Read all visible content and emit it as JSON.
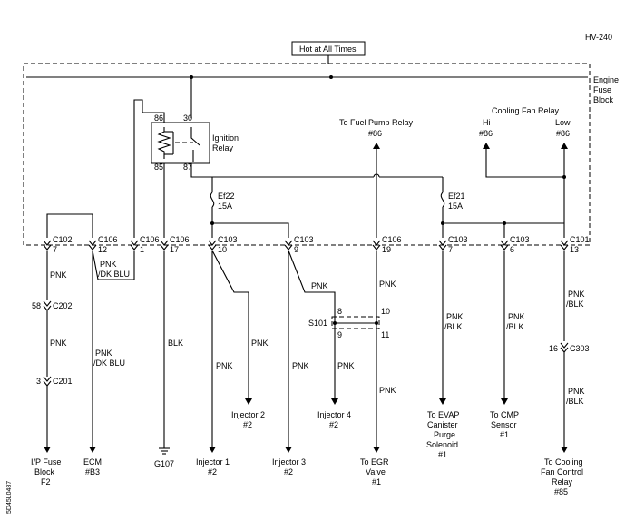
{
  "diagram": {
    "id": "HV-240",
    "hot_label": "Hot at All Times",
    "fuse_block": [
      "Engine",
      "Fuse",
      "Block"
    ],
    "relay": {
      "label": [
        "Ignition",
        "Relay"
      ],
      "pins": [
        "86",
        "30",
        "85",
        "87"
      ]
    },
    "fuel_pump": [
      "To Fuel Pump Relay",
      "#86"
    ],
    "cooling": {
      "title": "Cooling Fan Relay",
      "hi": [
        "Hi",
        "#86"
      ],
      "low": [
        "Low",
        "#86"
      ]
    },
    "fuses": [
      {
        "name": "Ef22",
        "rating": "15A"
      },
      {
        "name": "Ef21",
        "rating": "15A"
      }
    ],
    "connectors": [
      {
        "name": "C102",
        "pin": "7"
      },
      {
        "name": "C106",
        "pin": "12"
      },
      {
        "name": "C106",
        "pin": "1"
      },
      {
        "name": "C106",
        "pin": "17"
      },
      {
        "name": "C103",
        "pin": "10"
      },
      {
        "name": "C103",
        "pin": "9"
      },
      {
        "name": "C106",
        "pin": "19"
      },
      {
        "name": "C103",
        "pin": "7"
      },
      {
        "name": "C103",
        "pin": "6"
      },
      {
        "name": "C101",
        "pin": "13"
      }
    ],
    "c202": {
      "name": "C202",
      "pin": "58"
    },
    "c201": {
      "name": "C201",
      "pin": "3"
    },
    "c303": {
      "name": "C303",
      "pin": "16"
    },
    "splice": {
      "name": "S101",
      "pins": [
        "8",
        "10",
        "9",
        "11"
      ]
    },
    "wire_colors": {
      "pnk": "PNK",
      "pnk_dkblu": [
        "PNK",
        "/DK BLU"
      ],
      "pnk_blk": [
        "PNK",
        "/BLK"
      ],
      "blk": "BLK"
    },
    "ground": "G107",
    "destinations": {
      "ip_fuse": [
        "I/P Fuse",
        "Block",
        "F2"
      ],
      "ecm": [
        "ECM",
        "#B3"
      ],
      "injector1": [
        "Injector 1",
        "#2"
      ],
      "injector2": [
        "Injector 2",
        "#2"
      ],
      "injector3": [
        "Injector 3",
        "#2"
      ],
      "injector4": [
        "Injector 4",
        "#2"
      ],
      "egr": [
        "To EGR",
        "Valve",
        "#1"
      ],
      "evap": [
        "To EVAP",
        "Canister",
        "Purge",
        "Solenoid",
        "#1"
      ],
      "cmp": [
        "To CMP",
        "Sensor",
        "#1"
      ],
      "cooling_fan": [
        "To Cooling",
        "Fan Control",
        "Relay",
        "#85"
      ]
    },
    "side_code": "5D45L0487"
  }
}
